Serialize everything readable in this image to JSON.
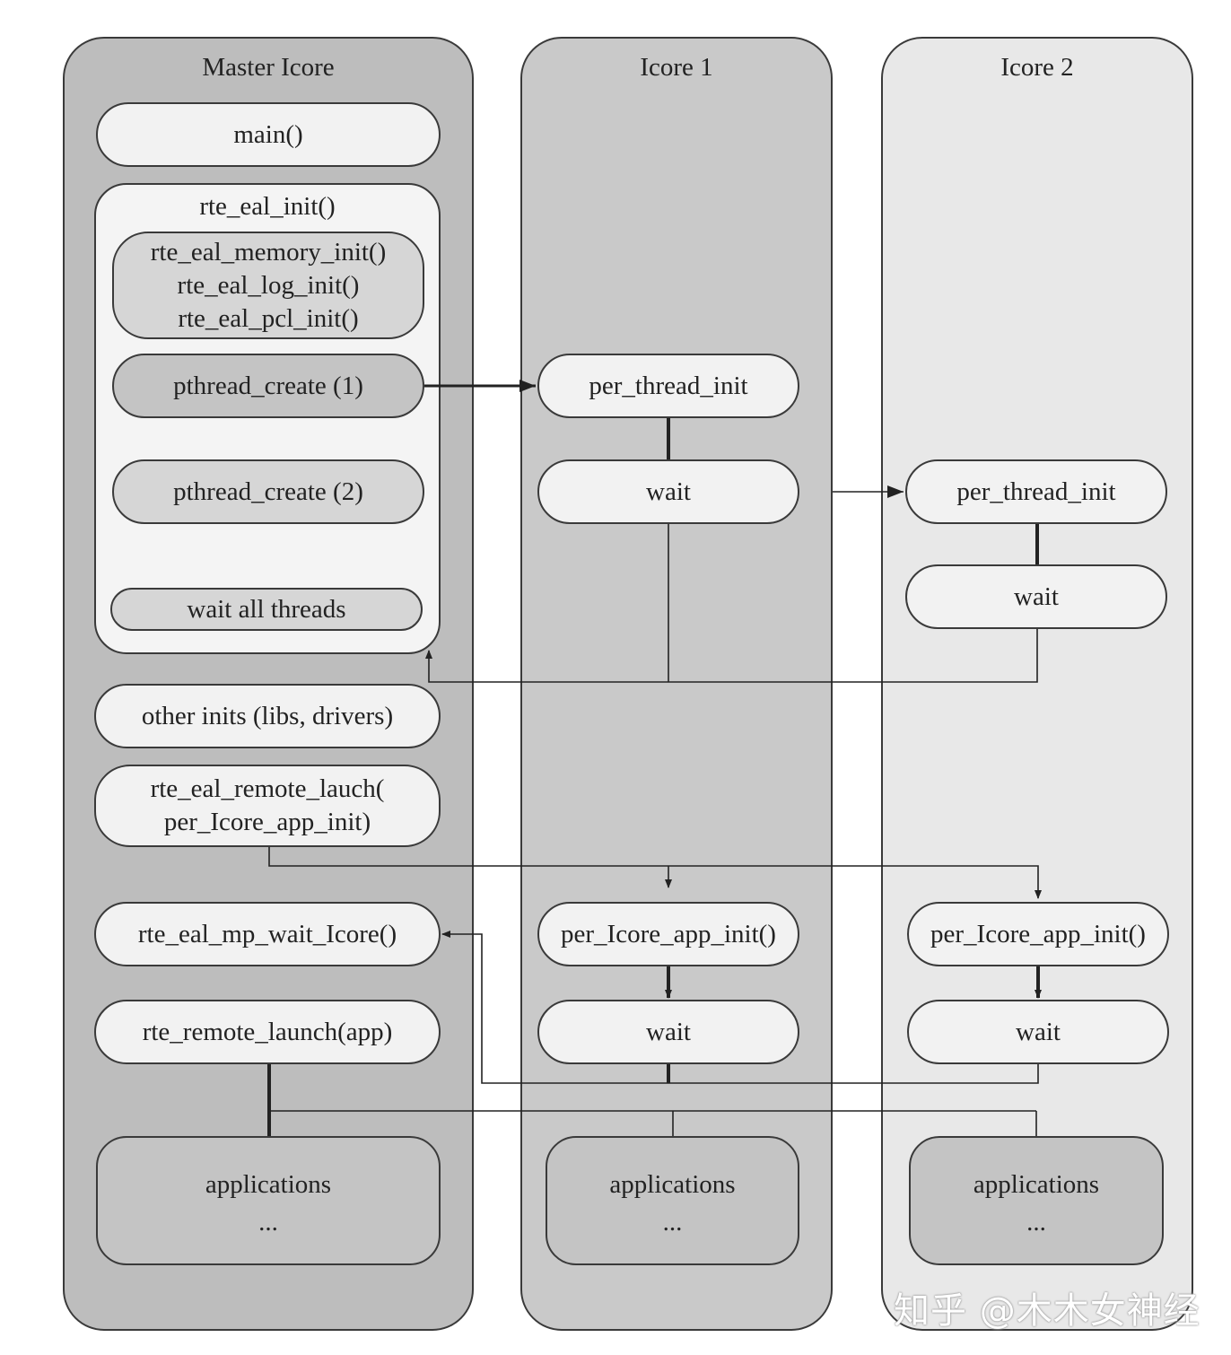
{
  "columns": {
    "master": {
      "title": "Master Icore"
    },
    "icore1": {
      "title": "Icore 1"
    },
    "icore2": {
      "title": "Icore 2"
    }
  },
  "master": {
    "main": "main()",
    "rte_eal_init": {
      "title": "rte_eal_init()",
      "inner_inits": [
        "rte_eal_memory_init()",
        "rte_eal_log_init()",
        "rte_eal_pcl_init()"
      ],
      "pthread_create_1": "pthread_create (1)",
      "pthread_create_2": "pthread_create (2)",
      "wait_all_threads": "wait all threads"
    },
    "other_inits": "other inits (libs, drivers)",
    "remote_launch": [
      "rte_eal_remote_lauch(",
      "per_Icore_app_init)"
    ],
    "mp_wait": "rte_eal_mp_wait_Icore()",
    "remote_launch_app": "rte_remote_launch(app)",
    "applications": {
      "label": "applications",
      "dots": "..."
    }
  },
  "icore1": {
    "per_thread_init": "per_thread_init",
    "wait_1": "wait",
    "per_icore_app_init": "per_Icore_app_init()",
    "wait_2": "wait",
    "applications": {
      "label": "applications",
      "dots": "..."
    }
  },
  "icore2": {
    "per_thread_init": "per_thread_init",
    "wait_1": "wait",
    "per_icore_app_init": "per_Icore_app_init()",
    "wait_2": "wait",
    "applications": {
      "label": "applications",
      "dots": "..."
    }
  },
  "watermark": "知乎 @木木女神经"
}
